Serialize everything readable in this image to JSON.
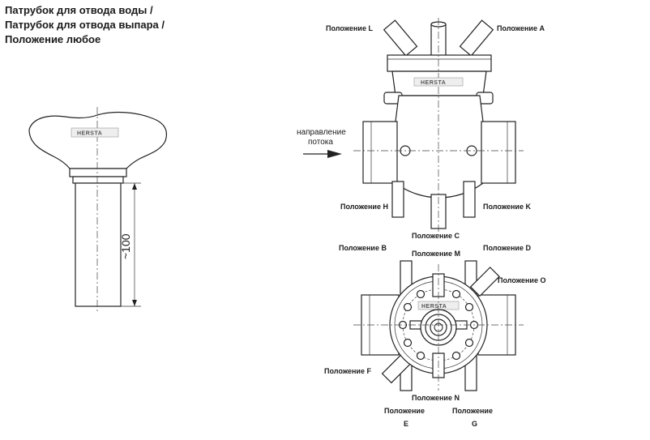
{
  "heading": {
    "line1": "Патрубок для отвода воды /",
    "line2": "Патрубок для отвода выпара /",
    "line3": "Положение любое"
  },
  "side_view": {
    "dimension": "~100",
    "logo": "HERSTA"
  },
  "top_view": {
    "logo": "HERSTA",
    "flow_label_1": "направление",
    "flow_label_2": "потока",
    "pos_L": "Положение L",
    "pos_A": "Положение A",
    "pos_H": "Положение H",
    "pos_K": "Положение K",
    "pos_C": "Положение C"
  },
  "bottom_view": {
    "logo": "HERSTA",
    "pos_B": "Положение B",
    "pos_M": "Положение M",
    "pos_D": "Положение D",
    "pos_O": "Положение O",
    "pos_F": "Положение F",
    "pos_N": "Положение N",
    "pos_E_word": "Положение",
    "pos_E_letter": "E",
    "pos_G_word": "Положение",
    "pos_G_letter": "G"
  }
}
